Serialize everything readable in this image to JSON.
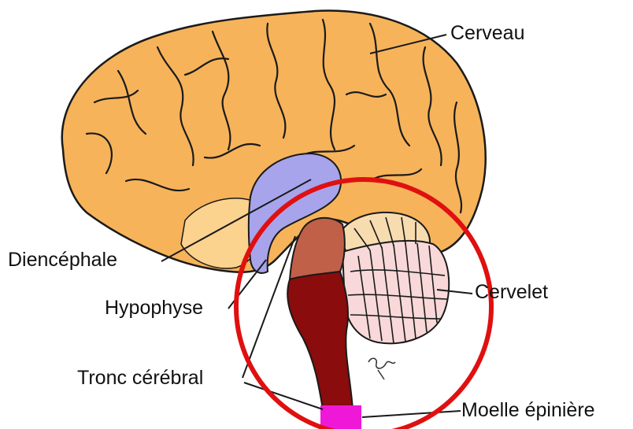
{
  "labels": {
    "cerveau": "Cerveau",
    "diencephale": "Diencéphale",
    "hypophyse": "Hypophyse",
    "cervelet": "Cervelet",
    "tronc": "Tronc cérébral",
    "moelle": "Moelle épinière"
  },
  "colors": {
    "brain": "#F6B35A",
    "brain_highlight": "#FBD28E",
    "diencephalon": "#A7A4EC",
    "brainstem_upper": "#C06048",
    "brainstem": "#8A0C0C",
    "cerebellum": "#F8D8D8",
    "cerebellum_top": "#F7DCB0",
    "spinal_cord": "#F018D8",
    "highlight_circle": "#E01010"
  }
}
